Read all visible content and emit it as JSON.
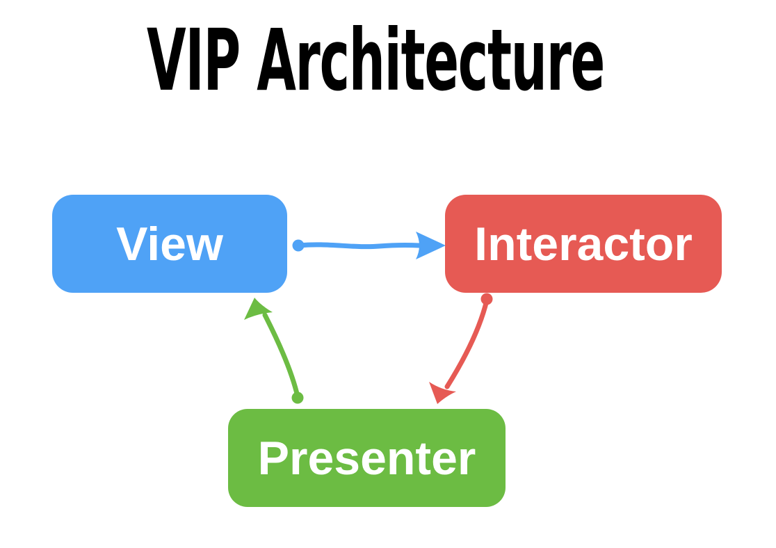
{
  "title": "VIP Architecture",
  "title_color": "#000000",
  "background_color": "#ffffff",
  "diagram": {
    "nodes": [
      {
        "id": "view",
        "label": "View",
        "color": "#4fa2f6",
        "text_color": "#ffffff"
      },
      {
        "id": "interactor",
        "label": "Interactor",
        "color": "#e65a54",
        "text_color": "#ffffff"
      },
      {
        "id": "presenter",
        "label": "Presenter",
        "color": "#6cbc43",
        "text_color": "#ffffff"
      }
    ],
    "edges": [
      {
        "id": "view-to-interactor",
        "from": "View",
        "to": "Interactor",
        "color": "#4fa2f6"
      },
      {
        "id": "interactor-to-presenter",
        "from": "Interactor",
        "to": "Presenter",
        "color": "#e65a54"
      },
      {
        "id": "presenter-to-view",
        "from": "Presenter",
        "to": "View",
        "color": "#6cbc43"
      }
    ]
  }
}
